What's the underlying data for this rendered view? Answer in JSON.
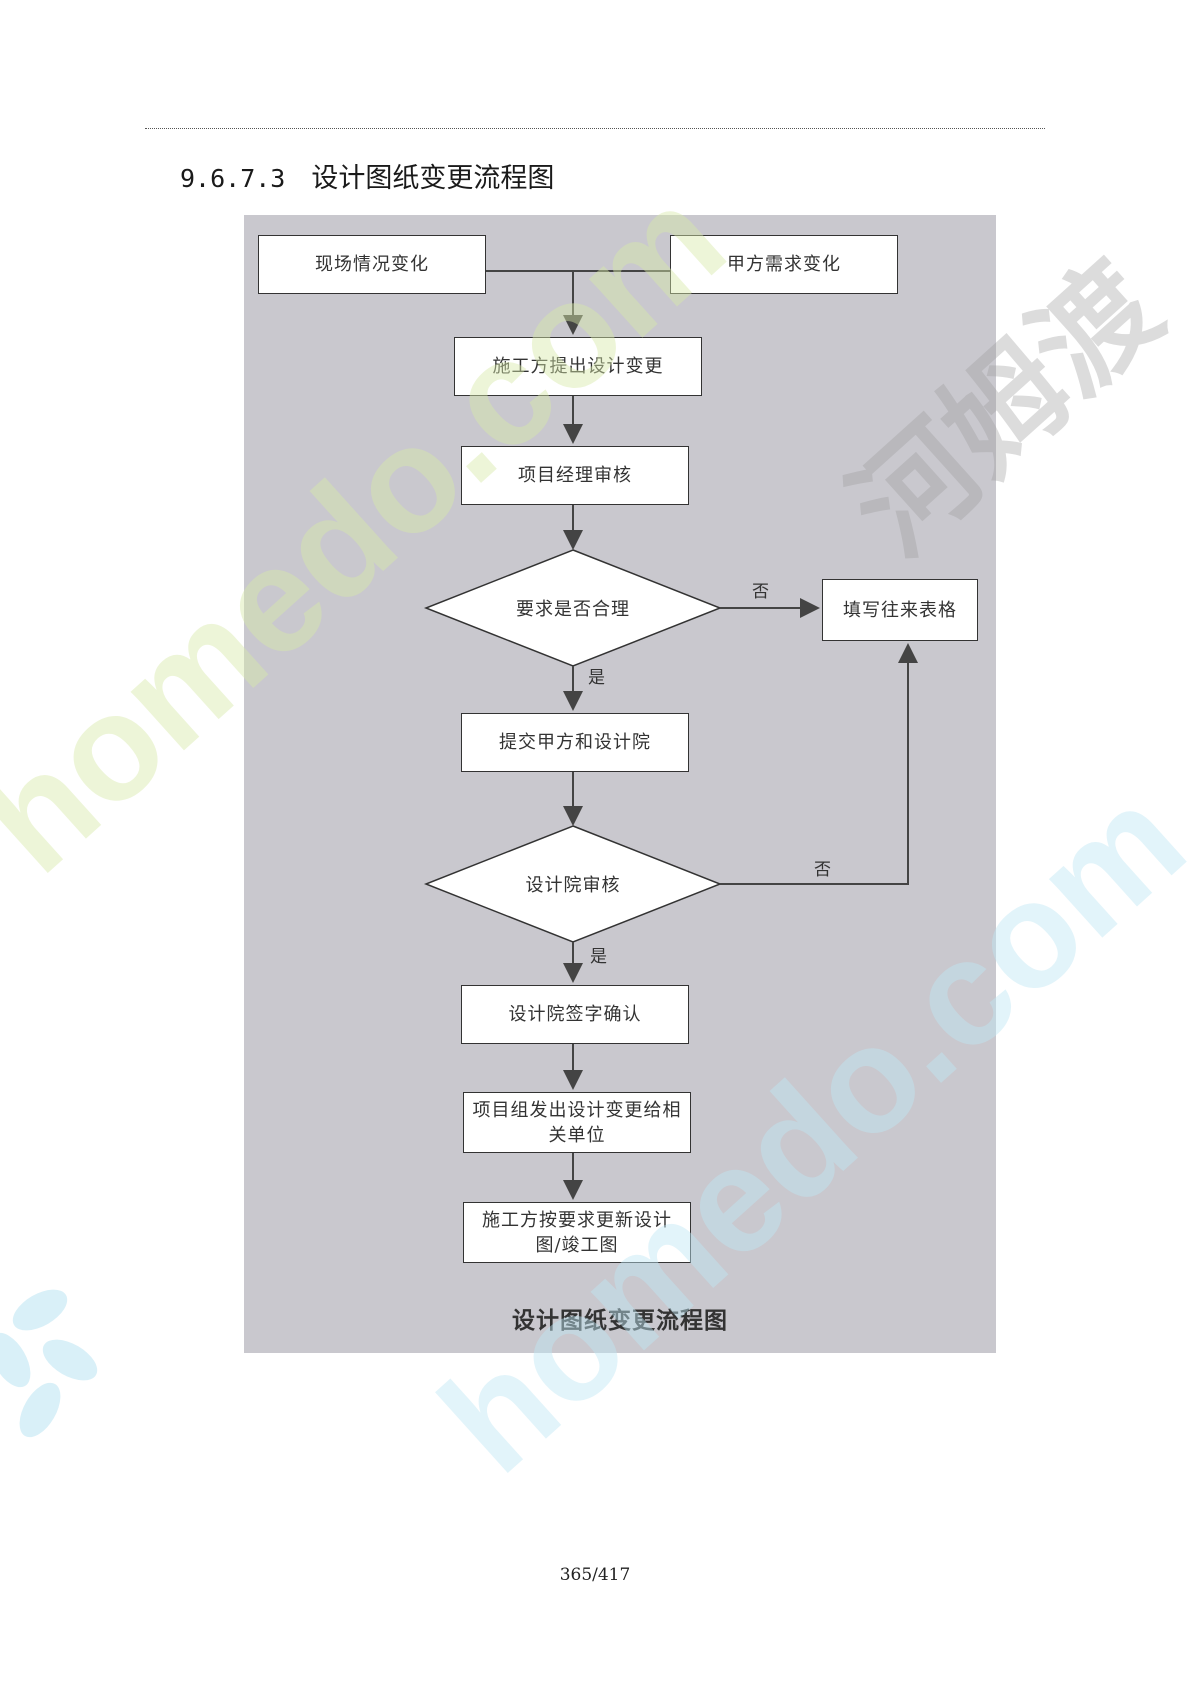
{
  "heading": {
    "number": "9.6.7.3",
    "title": "设计图纸变更流程图"
  },
  "flow": {
    "source_left": "现场情况变化",
    "source_right": "甲方需求变化",
    "step_propose": "施工方提出设计变更",
    "step_pm_review": "项目经理审核",
    "decision_reasonable": "要求是否合理",
    "step_fill_form": "填写往来表格",
    "step_submit": "提交甲方和设计院",
    "decision_design_review": "设计院审核",
    "step_sign": "设计院签字确认",
    "step_issue": "项目组发出设计变更给相关单位",
    "step_update": "施工方按要求更新设计图/竣工图",
    "label_no_1": "否",
    "label_yes_1": "是",
    "label_no_2": "否",
    "label_yes_2": "是",
    "caption": "设计图纸变更流程图"
  },
  "footer": {
    "page": "365/417"
  },
  "watermark": {
    "text_1": "homedo.com",
    "text_2": "homedo.com",
    "text_3": "河姆渡"
  },
  "colors": {
    "panel": "#c9c8ce",
    "box_fill": "#ffffff",
    "line": "#444444",
    "watermark_green": "#d6e9a8",
    "watermark_cyan": "#bfe6f3"
  }
}
